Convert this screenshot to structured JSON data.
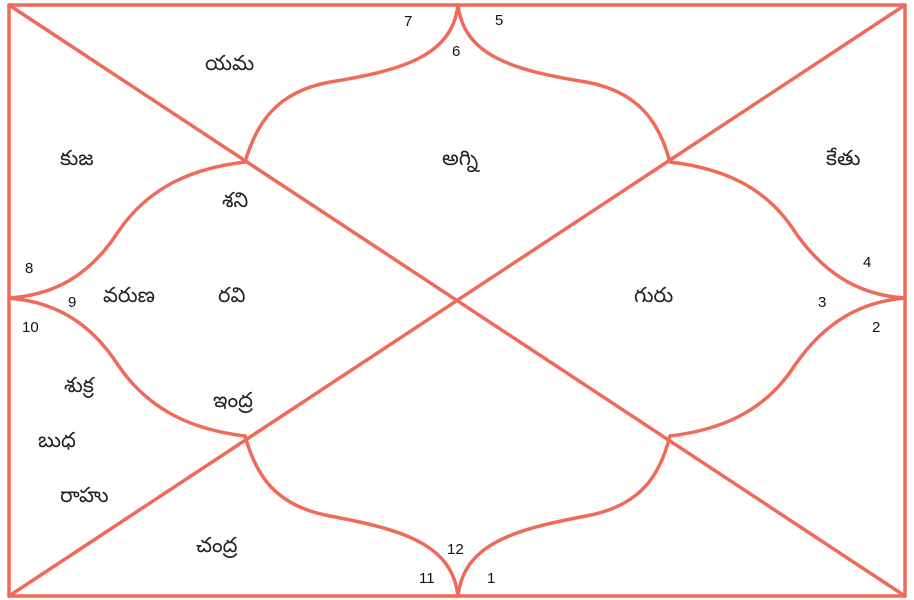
{
  "colors": {
    "line": "#f06a5a",
    "text": "#222222",
    "background": "#ffffff"
  },
  "houses": [
    {
      "id": 1,
      "label": "1"
    },
    {
      "id": 2,
      "label": "2"
    },
    {
      "id": 3,
      "label": "3"
    },
    {
      "id": 4,
      "label": "4"
    },
    {
      "id": 5,
      "label": "5"
    },
    {
      "id": 6,
      "label": "6"
    },
    {
      "id": 7,
      "label": "7"
    },
    {
      "id": 8,
      "label": "8"
    },
    {
      "id": 9,
      "label": "9"
    },
    {
      "id": 10,
      "label": "10"
    },
    {
      "id": 11,
      "label": "11"
    },
    {
      "id": 12,
      "label": "12"
    }
  ],
  "planets": [
    {
      "key": "yama",
      "label": "యమ"
    },
    {
      "key": "kuja",
      "label": "కుజ"
    },
    {
      "key": "agni",
      "label": "అగ్ని"
    },
    {
      "key": "ketu",
      "label": "కేతు"
    },
    {
      "key": "shani",
      "label": "శని"
    },
    {
      "key": "varuna",
      "label": "వరుణ"
    },
    {
      "key": "ravi",
      "label": "రవి"
    },
    {
      "key": "guru",
      "label": "గురు"
    },
    {
      "key": "shukra",
      "label": "శుక్ర"
    },
    {
      "key": "indra",
      "label": "ఇంద్ర"
    },
    {
      "key": "budha",
      "label": "బుధ"
    },
    {
      "key": "rahu",
      "label": "రాహు"
    },
    {
      "key": "chandra",
      "label": "చంద్ర"
    }
  ]
}
